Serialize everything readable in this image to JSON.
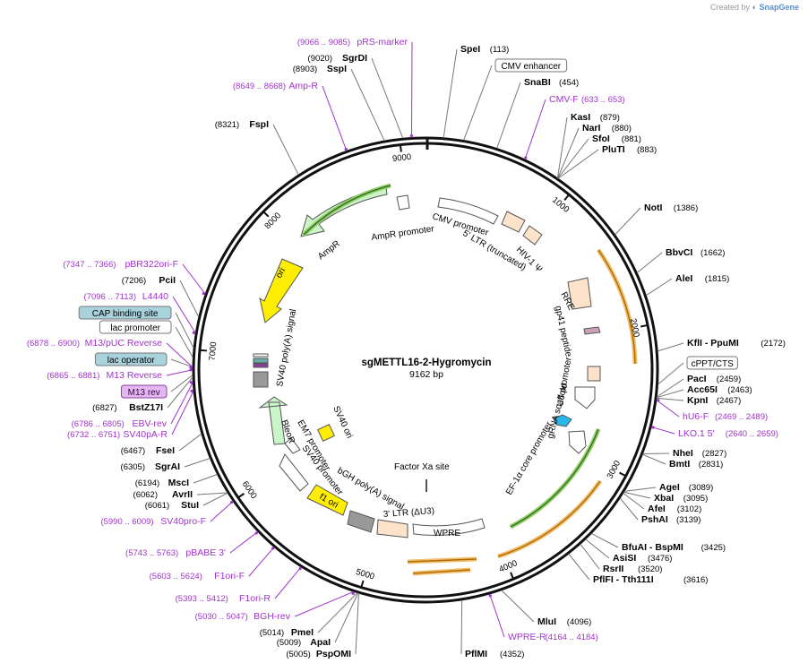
{
  "credit": {
    "prefix": "Created by",
    "brand": "SnapGene"
  },
  "plasmid": {
    "name": "sgMETTL16-2-Hygromycin",
    "size_label": "9162 bp",
    "length": 9162
  },
  "ticks": [
    {
      "pos": 1000,
      "label": "1000"
    },
    {
      "pos": 2000,
      "label": "2000"
    },
    {
      "pos": 3000,
      "label": "3000"
    },
    {
      "pos": 4000,
      "label": "4000"
    },
    {
      "pos": 5000,
      "label": "5000"
    },
    {
      "pos": 6000,
      "label": "6000"
    },
    {
      "pos": 7000,
      "label": "7000"
    },
    {
      "pos": 8000,
      "label": "8000"
    },
    {
      "pos": 9000,
      "label": "9000"
    }
  ],
  "sites": [
    {
      "id": "prsmarker",
      "kind": "primer",
      "name": "pRS-marker",
      "num": "(9066 .. 9085)",
      "pos": 9075
    },
    {
      "id": "sgrdi",
      "kind": "enzyme",
      "name": "SgrDI",
      "num": "(9020)",
      "pos": 9020
    },
    {
      "id": "sspi",
      "kind": "enzyme",
      "name": "SspI",
      "num": "(8903)",
      "pos": 8903
    },
    {
      "id": "ampr-primer",
      "kind": "primer",
      "name": "Amp-R",
      "num": "(8649 .. 8668)",
      "pos": 8658
    },
    {
      "id": "fspi",
      "kind": "enzyme",
      "name": "FspI",
      "num": "(8321)",
      "pos": 8321
    },
    {
      "id": "spei",
      "kind": "enzyme",
      "name": "SpeI",
      "num": "(113)",
      "pos": 113
    },
    {
      "id": "cmv-enh",
      "kind": "feature",
      "name": "CMV enhancer",
      "num": "",
      "pos": 240
    },
    {
      "id": "snabi",
      "kind": "enzyme",
      "name": "SnaBI",
      "num": "(454)",
      "pos": 454
    },
    {
      "id": "cmvf",
      "kind": "primer",
      "name": "CMV-F",
      "num": "(633 .. 653)",
      "pos": 643
    },
    {
      "id": "kasi",
      "kind": "enzyme",
      "name": "KasI",
      "num": "(879)",
      "pos": 879
    },
    {
      "id": "nari",
      "kind": "enzyme",
      "name": "NarI",
      "num": "(880)",
      "pos": 880
    },
    {
      "id": "sfoi",
      "kind": "enzyme",
      "name": "SfoI",
      "num": "(881)",
      "pos": 881
    },
    {
      "id": "plutI",
      "kind": "enzyme",
      "name": "PluTI",
      "num": "(883)",
      "pos": 883
    },
    {
      "id": "noti",
      "kind": "enzyme",
      "name": "NotI",
      "num": "(1386)",
      "pos": 1386
    },
    {
      "id": "bbvci",
      "kind": "enzyme",
      "name": "BbvCI",
      "num": "(1662)",
      "pos": 1662
    },
    {
      "id": "alei",
      "kind": "enzyme",
      "name": "AleI",
      "num": "(1815)",
      "pos": 1815
    },
    {
      "id": "kfli",
      "kind": "enzyme",
      "name": "KflI - PpuMI",
      "num": "(2172)",
      "pos": 2172
    },
    {
      "id": "cppt",
      "kind": "feature",
      "name": "cPPT/CTS",
      "num": "",
      "pos": 2380
    },
    {
      "id": "paci",
      "kind": "enzyme",
      "name": "PacI",
      "num": "(2459)",
      "pos": 2459
    },
    {
      "id": "acc65i",
      "kind": "enzyme",
      "name": "Acc65I",
      "num": "(2463)",
      "pos": 2463
    },
    {
      "id": "kpni",
      "kind": "enzyme",
      "name": "KpnI",
      "num": "(2467)",
      "pos": 2467
    },
    {
      "id": "hu6f",
      "kind": "primer",
      "name": "hU6-F",
      "num": "(2469 .. 2489)",
      "pos": 2479
    },
    {
      "id": "lko",
      "kind": "primer",
      "name": "LKO.1 5'",
      "num": "(2640 .. 2659)",
      "pos": 2650
    },
    {
      "id": "nhei",
      "kind": "enzyme",
      "name": "NheI",
      "num": "(2827)",
      "pos": 2827
    },
    {
      "id": "bmti",
      "kind": "enzyme",
      "name": "BmtI",
      "num": "(2831)",
      "pos": 2831
    },
    {
      "id": "agei",
      "kind": "enzyme",
      "name": "AgeI",
      "num": "(3089)",
      "pos": 3089
    },
    {
      "id": "xbai",
      "kind": "enzyme",
      "name": "XbaI",
      "num": "(3095)",
      "pos": 3095
    },
    {
      "id": "afei",
      "kind": "enzyme",
      "name": "AfeI",
      "num": "(3102)",
      "pos": 3102
    },
    {
      "id": "pshai",
      "kind": "enzyme",
      "name": "PshAI",
      "num": "(3139)",
      "pos": 3139
    },
    {
      "id": "bfuai",
      "kind": "enzyme",
      "name": "BfuAI - BspMI",
      "num": "(3425)",
      "pos": 3425
    },
    {
      "id": "asisi",
      "kind": "enzyme",
      "name": "AsiSI",
      "num": "(3476)",
      "pos": 3476
    },
    {
      "id": "rsrii",
      "kind": "enzyme",
      "name": "RsrII",
      "num": "(3520)",
      "pos": 3520
    },
    {
      "id": "pflfi",
      "kind": "enzyme",
      "name": "PflFI - Tth111I",
      "num": "(3616)",
      "pos": 3616
    },
    {
      "id": "mlui",
      "kind": "enzyme",
      "name": "MluI",
      "num": "(4096)",
      "pos": 4096
    },
    {
      "id": "wprer",
      "kind": "primer",
      "name": "WPRE-R",
      "num": "(4164 .. 4184)",
      "pos": 4174
    },
    {
      "id": "pflmi",
      "kind": "enzyme",
      "name": "PflMI",
      "num": "(4352)",
      "pos": 4352
    },
    {
      "id": "pspomi",
      "kind": "enzyme",
      "name": "PspOMI",
      "num": "(5005)",
      "pos": 5005
    },
    {
      "id": "apai",
      "kind": "enzyme",
      "name": "ApaI",
      "num": "(5009)",
      "pos": 5009
    },
    {
      "id": "pmei",
      "kind": "enzyme",
      "name": "PmeI",
      "num": "(5014)",
      "pos": 5014
    },
    {
      "id": "bghrev",
      "kind": "primer",
      "name": "BGH-rev",
      "num": "(5030 .. 5047)",
      "pos": 5038
    },
    {
      "id": "f1orir",
      "kind": "primer",
      "name": "F1ori-R",
      "num": "(5393 .. 5412)",
      "pos": 5402
    },
    {
      "id": "f1orif",
      "kind": "primer",
      "name": "F1ori-F",
      "num": "(5603 .. 5624)",
      "pos": 5613
    },
    {
      "id": "pbabe",
      "kind": "primer",
      "name": "pBABE 3'",
      "num": "(5743 .. 5763)",
      "pos": 5753
    },
    {
      "id": "sv40prof",
      "kind": "primer",
      "name": "SV40pro-F",
      "num": "(5990 .. 6009)",
      "pos": 5999
    },
    {
      "id": "stui",
      "kind": "enzyme",
      "name": "StuI",
      "num": "(6061)",
      "pos": 6061
    },
    {
      "id": "avrii",
      "kind": "enzyme",
      "name": "AvrII",
      "num": "(6062)",
      "pos": 6062
    },
    {
      "id": "msci",
      "kind": "enzyme",
      "name": "MscI",
      "num": "(6194)",
      "pos": 6194
    },
    {
      "id": "sgrai",
      "kind": "enzyme",
      "name": "SgrAI",
      "num": "(6305)",
      "pos": 6305
    },
    {
      "id": "fsei",
      "kind": "enzyme",
      "name": "FseI",
      "num": "(6467)",
      "pos": 6467
    },
    {
      "id": "sv40par",
      "kind": "primer",
      "name": "SV40pA-R",
      "num": "(6732 .. 6751)",
      "pos": 6741
    },
    {
      "id": "ebvrev",
      "kind": "primer",
      "name": "EBV-rev",
      "num": "(6786 .. 6805)",
      "pos": 6795
    },
    {
      "id": "bstz17i",
      "kind": "enzyme",
      "name": "BstZ17I",
      "num": "(6827)",
      "pos": 6827
    },
    {
      "id": "m13rev",
      "kind": "feature-primer",
      "name": "M13 rev",
      "num": "",
      "pos": 6840
    },
    {
      "id": "m13reverse",
      "kind": "primer",
      "name": "M13 Reverse",
      "num": "(6865 .. 6881)",
      "pos": 6873
    },
    {
      "id": "lacop",
      "kind": "feature-blue",
      "name": "lac operator",
      "num": "",
      "pos": 6890
    },
    {
      "id": "m13puc",
      "kind": "primer",
      "name": "M13/pUC Reverse",
      "num": "(6878 .. 6900)",
      "pos": 6889
    },
    {
      "id": "lacprom",
      "kind": "feature",
      "name": "lac promoter",
      "num": "",
      "pos": 6950
    },
    {
      "id": "cap",
      "kind": "feature-blue",
      "name": "CAP binding site",
      "num": "",
      "pos": 7010
    },
    {
      "id": "l4440",
      "kind": "primer",
      "name": "L4440",
      "num": "(7096 .. 7113)",
      "pos": 7104
    },
    {
      "id": "pcii",
      "kind": "enzyme",
      "name": "PciI",
      "num": "(7206)",
      "pos": 7206
    },
    {
      "id": "pbr322",
      "kind": "primer",
      "name": "pBR322ori-F",
      "num": "(7347 .. 7366)",
      "pos": 7356
    }
  ],
  "inner_labels": {
    "cmv_promoter": "CMV promoter",
    "ltr5": "5' LTR (truncated)",
    "hiv_psi": "HIV-1 Ψ",
    "rre": "RRE",
    "gp41": "gp41 peptide",
    "u6": "U6 promoter",
    "grna": "gRNA scaffold",
    "ef1a": "EF-1α core promoter",
    "wpre": "WPRE",
    "ltr3": "3' LTR (ΔU3)",
    "factor_xa": "Factor Xa site",
    "bgh": "bGH poly(A) signal",
    "f1ori": "f1 ori",
    "sv40_promoter": "SV40 promoter",
    "em7": "EM7 promoter",
    "bleor": "BleoR",
    "sv40_ori": "SV40 ori",
    "sv40_polya": "SV40 poly(A) signal",
    "ori": "ori",
    "ampr": "AmpR",
    "ampr_promoter": "AmpR promoter"
  }
}
